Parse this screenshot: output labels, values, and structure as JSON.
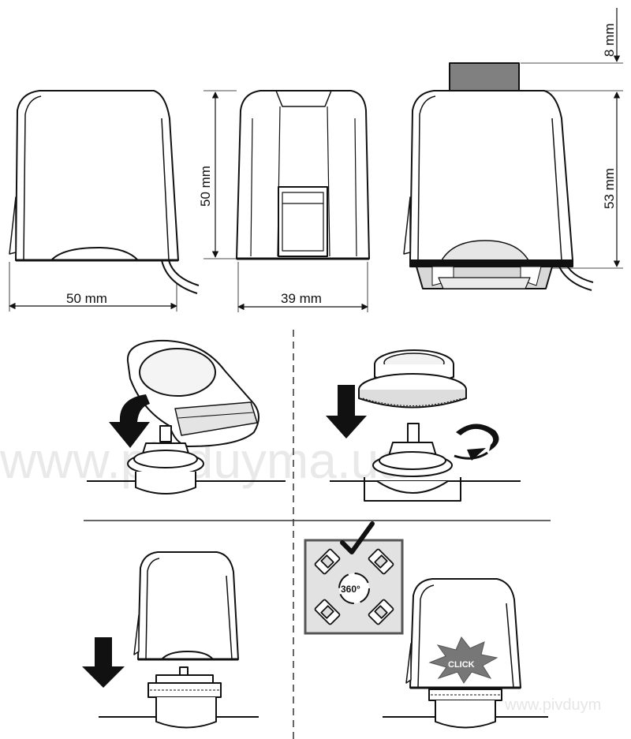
{
  "dimensions": {
    "width_side": "50 mm",
    "height_side": "50 mm",
    "width_front": "39 mm",
    "height_total": "53 mm",
    "stroke_height": "8 mm"
  },
  "labels": {
    "rotation": "360°",
    "click": "CLICK"
  },
  "watermark": {
    "main": "www.pivduyma.ua",
    "corner": "www.pivduym"
  },
  "icons": {
    "arrow_down": "down-arrow-icon",
    "rotate": "rotate-arrow-icon",
    "check": "check-icon",
    "click_burst": "click-burst-icon"
  }
}
